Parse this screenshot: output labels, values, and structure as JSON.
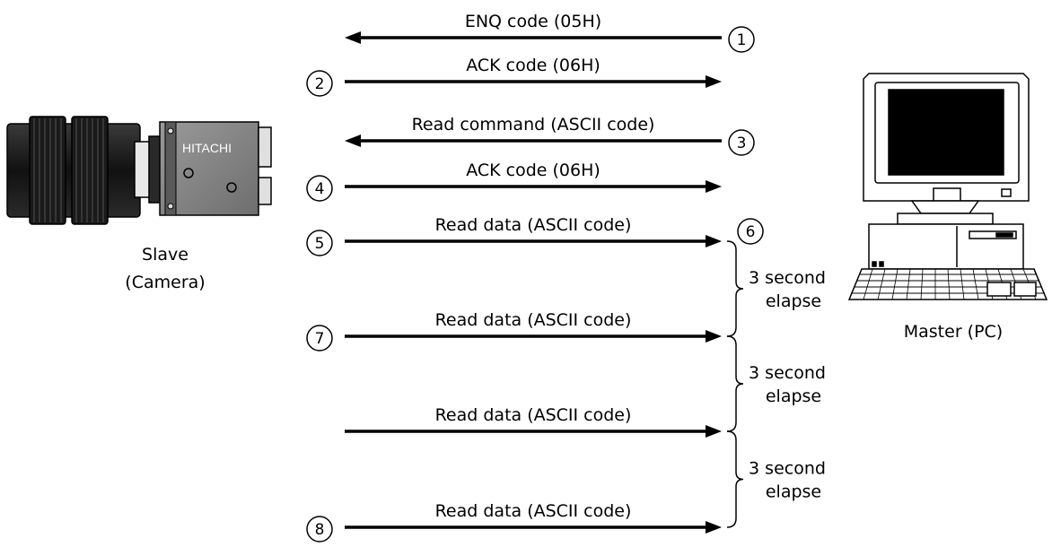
{
  "slave": {
    "line1": "Slave",
    "line2": "(Camera)",
    "brand": "HITACHI"
  },
  "master": {
    "label": "Master (PC)"
  },
  "messages": [
    {
      "label": "ENQ code (05H)",
      "direction": "to-slave",
      "step": "1"
    },
    {
      "label": "ACK code (06H)",
      "direction": "to-master",
      "step": "2"
    },
    {
      "label": "Read command (ASCII code)",
      "direction": "to-slave",
      "step": "3"
    },
    {
      "label": "ACK code (06H)",
      "direction": "to-master",
      "step": "4"
    },
    {
      "label": "Read data (ASCII code)",
      "direction": "to-master",
      "step": "5"
    },
    {
      "label": "Read data (ASCII code)",
      "direction": "to-master",
      "step": "7"
    },
    {
      "label": "Read data (ASCII code)",
      "direction": "to-master",
      "step": ""
    },
    {
      "label": "Read data (ASCII code)",
      "direction": "to-master",
      "step": "8"
    }
  ],
  "timeout_marker": "6",
  "intervals": [
    {
      "line1": "3 second",
      "line2": "elapse"
    },
    {
      "line1": "3 second",
      "line2": "elapse"
    },
    {
      "line1": "3 second",
      "line2": "elapse"
    }
  ]
}
